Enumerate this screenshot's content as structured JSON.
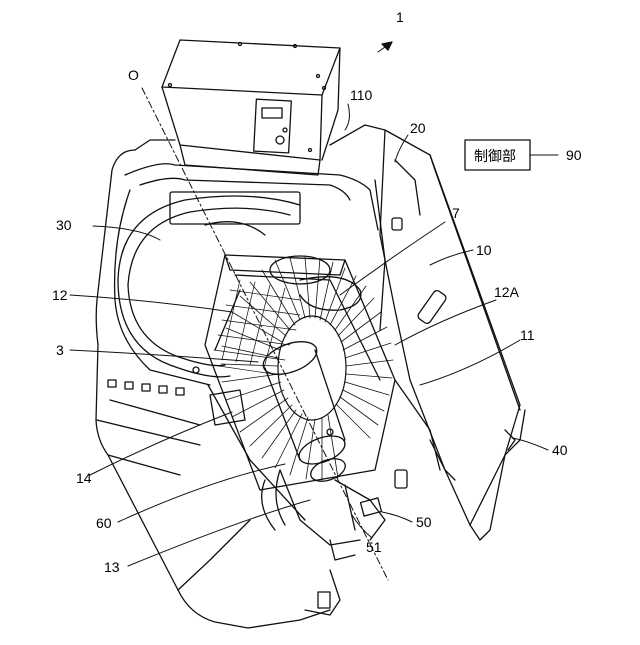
{
  "figure": {
    "reference_labels": {
      "ref_1": "1",
      "ref_O": "O",
      "ref_110": "110",
      "ref_20": "20",
      "ref_90": "90",
      "ref_30": "30",
      "ref_7": "7",
      "ref_10": "10",
      "ref_12": "12",
      "ref_12A": "12A",
      "ref_3": "3",
      "ref_11": "11",
      "ref_40": "40",
      "ref_14": "14",
      "ref_50": "50",
      "ref_60": "60",
      "ref_51": "51",
      "ref_13": "13"
    },
    "controller_box_label": "制御部"
  }
}
